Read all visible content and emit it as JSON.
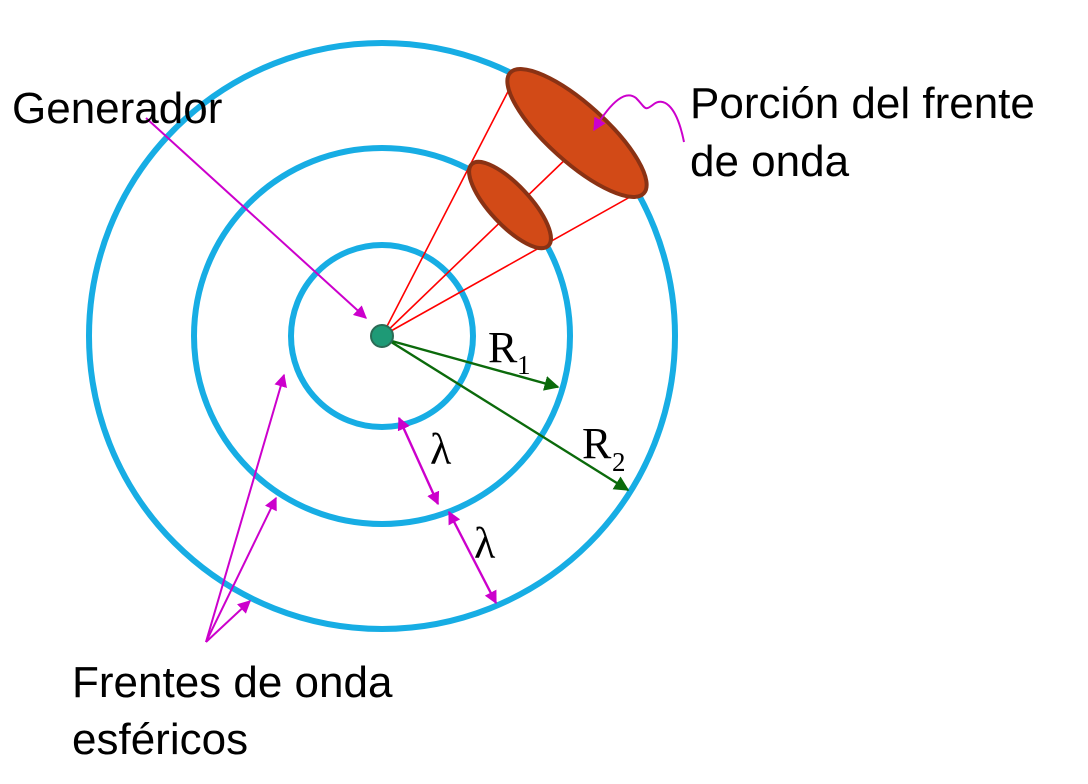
{
  "labels": {
    "generator": "Generador",
    "portion_line1": "Porción del frente",
    "portion_line2": "de onda",
    "fronts_line1": "Frentes de onda",
    "fronts_line2": "esféricos",
    "wavelength_symbol": "λ",
    "radius_letter": "R",
    "radius1_sub": "1",
    "radius2_sub": "2"
  },
  "colors": {
    "wavefront": "#17ADE4",
    "source_fill": "#1E9A76",
    "radius_arrow": "#0B6A0B",
    "pointer_arrow": "#CC00CC",
    "ray": "#FF0000",
    "patch_fill": "#D24A17",
    "patch_stroke": "#8A3214"
  }
}
